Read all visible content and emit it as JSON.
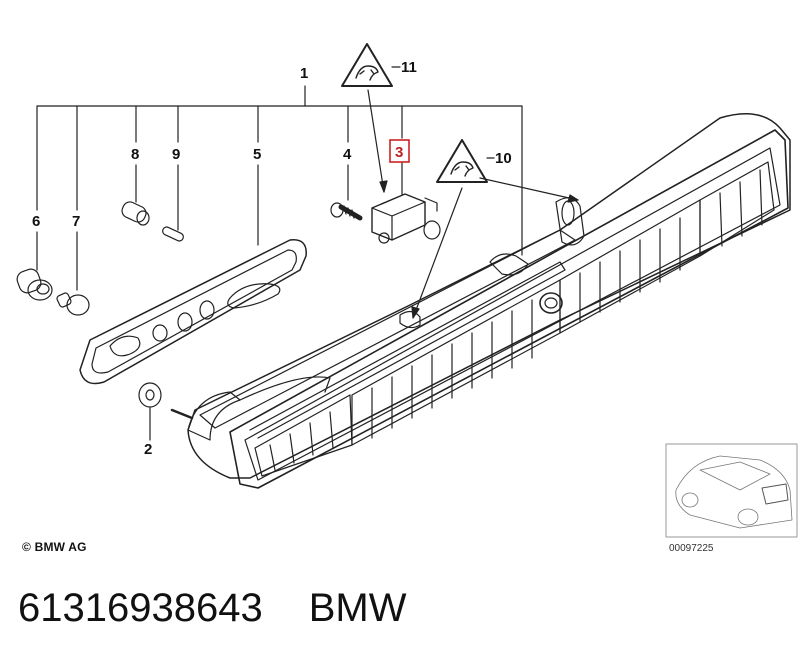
{
  "callouts": {
    "c1": "1",
    "c2": "2",
    "c3": "3",
    "c4": "4",
    "c5": "5",
    "c6": "6",
    "c7": "7",
    "c8": "8",
    "c9": "9",
    "c10": "10",
    "c11": "11"
  },
  "copyright": "© BMW AG",
  "thumbnail_code": "00097225",
  "footer": {
    "part_number": "61316938643",
    "brand": "BMW"
  },
  "colors": {
    "line": "#222222",
    "highlight": "#cc2222",
    "thumb_border": "#999999"
  }
}
